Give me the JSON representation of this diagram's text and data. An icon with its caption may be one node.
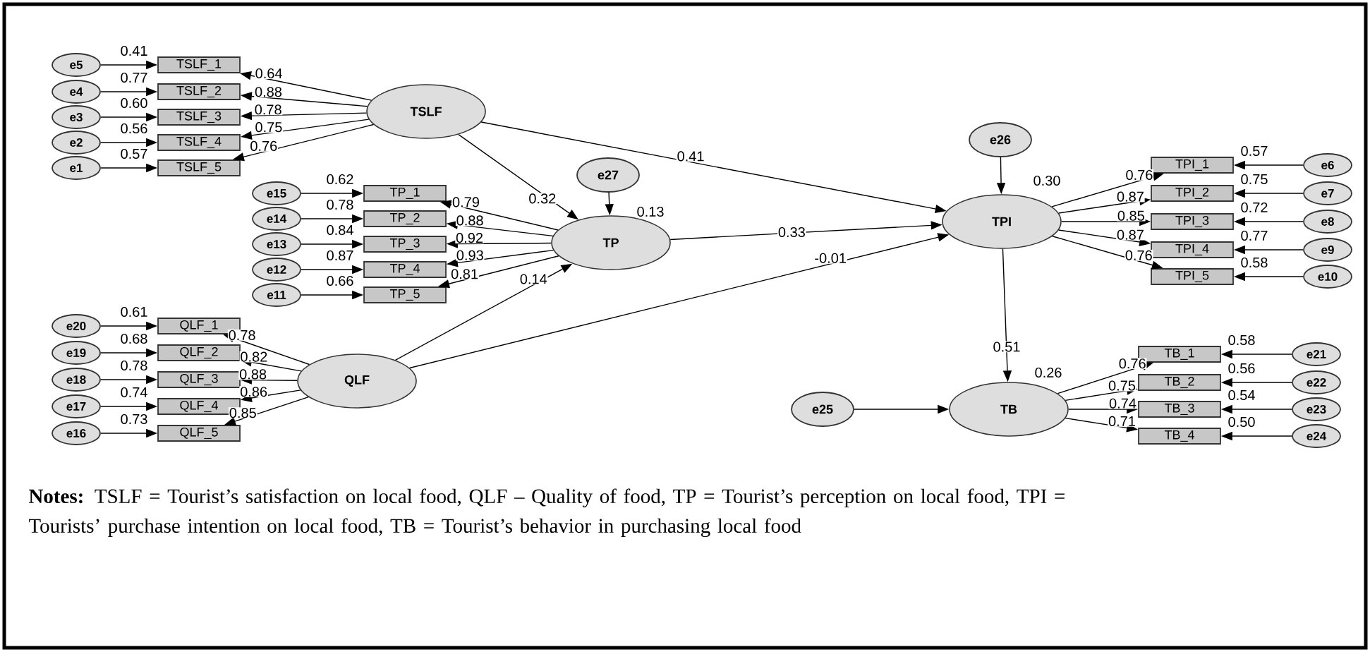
{
  "diagram": {
    "caption": "**Notes:** TSLF = Tourist’s satisfaction on local food, QLF – Quality of food, TP = Tourist’s perception on local food, TPI = Tourists’ purchase intention on local food, TB = Tourist’s behavior in purchasing local food",
    "nodes": [
      {
        "text": [
          "TSLF"
        ]
      },
      {
        "text": [
          "TP"
        ],
        "beside": [
          "0.13"
        ]
      },
      {
        "text": [
          "QLF"
        ]
      },
      {
        "text": [
          "TPI"
        ],
        "beside": [
          "0.30"
        ]
      },
      {
        "text": [
          "TB"
        ],
        "beside": [
          "0.26"
        ]
      },
      {
        "text": [
          "TSLF_1"
        ],
        "beside": [
          "0.41"
        ]
      },
      {
        "text": [
          "TSLF_2"
        ],
        "beside": [
          "0.77"
        ]
      },
      {
        "text": [
          "TSLF_3"
        ],
        "beside": [
          "0.60"
        ]
      },
      {
        "text": [
          "TSLF_4"
        ],
        "beside": [
          "0.56"
        ]
      },
      {
        "text": [
          "TSLF_5"
        ],
        "beside": [
          "0.57"
        ]
      },
      {
        "text": [
          "TP_1"
        ],
        "beside": [
          "0.62"
        ]
      },
      {
        "text": [
          "TP_2"
        ],
        "beside": [
          "0.78"
        ]
      },
      {
        "text": [
          "TP_3"
        ],
        "beside": [
          "0.84"
        ]
      },
      {
        "text": [
          "TP_4"
        ],
        "beside": [
          "0.87"
        ]
      },
      {
        "text": [
          "TP_5"
        ],
        "beside": [
          "0.66"
        ]
      },
      {
        "text": [
          "QLF_1"
        ],
        "beside": [
          "0.61"
        ]
      },
      {
        "text": [
          "QLF_2"
        ],
        "beside": [
          "0.68"
        ]
      },
      {
        "text": [
          "QLF_3"
        ],
        "beside": [
          "0.78"
        ]
      },
      {
        "text": [
          "QLF_4"
        ],
        "beside": [
          "0.74"
        ]
      },
      {
        "text": [
          "QLF_5"
        ],
        "beside": [
          "0.73"
        ]
      },
      {
        "text": [
          "TPI_1"
        ],
        "beside": [
          "0.57"
        ]
      },
      {
        "text": [
          "TPI_2"
        ],
        "beside": [
          "0.75"
        ]
      },
      {
        "text": [
          "TPI_3"
        ],
        "beside": [
          "0.72"
        ]
      },
      {
        "text": [
          "TPI_4"
        ],
        "beside": [
          "0.77"
        ]
      },
      {
        "text": [
          "TPI_5"
        ],
        "beside": [
          "0.58"
        ]
      },
      {
        "text": [
          "TB_1"
        ],
        "beside": [
          "0.58"
        ]
      },
      {
        "text": [
          "TB_2"
        ],
        "beside": [
          "0.56"
        ]
      },
      {
        "text": [
          "TB_3"
        ],
        "beside": [
          "0.54"
        ]
      },
      {
        "text": [
          "TB_4"
        ],
        "beside": [
          "0.50"
        ]
      },
      {
        "text": [
          "e5"
        ]
      },
      {
        "text": [
          "e4"
        ]
      },
      {
        "text": [
          "e3"
        ]
      },
      {
        "text": [
          "e2"
        ]
      },
      {
        "text": [
          "e1"
        ]
      },
      {
        "text": [
          "e15"
        ]
      },
      {
        "text": [
          "e14"
        ]
      },
      {
        "text": [
          "e13"
        ]
      },
      {
        "text": [
          "e12"
        ]
      },
      {
        "text": [
          "e11"
        ]
      },
      {
        "text": [
          "e20"
        ]
      },
      {
        "text": [
          "e19"
        ]
      },
      {
        "text": [
          "e18"
        ]
      },
      {
        "text": [
          "e17"
        ]
      },
      {
        "text": [
          "e16"
        ]
      },
      {
        "text": [
          "e6"
        ]
      },
      {
        "text": [
          "e7"
        ]
      },
      {
        "text": [
          "e8"
        ]
      },
      {
        "text": [
          "e9"
        ]
      },
      {
        "text": [
          "e10"
        ]
      },
      {
        "text": [
          "e21"
        ]
      },
      {
        "text": [
          "e22"
        ]
      },
      {
        "text": [
          "e23"
        ]
      },
      {
        "text": [
          "e24"
        ]
      },
      {
        "text": [
          "e26"
        ]
      },
      {
        "text": [
          "e27"
        ]
      },
      {
        "text": [
          "e25"
        ]
      }
    ],
    "edges": [
      {
        "from": 0,
        "to": 5,
        "arrow": "to",
        "label": "0.64"
      },
      {
        "from": 0,
        "to": 6,
        "arrow": "to",
        "label": "0.88"
      },
      {
        "from": 0,
        "to": 7,
        "arrow": "to",
        "label": "0.78"
      },
      {
        "from": 0,
        "to": 8,
        "arrow": "to",
        "label": "0.75"
      },
      {
        "from": 0,
        "to": 9,
        "arrow": "to",
        "label": "0.76"
      },
      {
        "from": 1,
        "to": 10,
        "arrow": "to",
        "label": "0.79"
      },
      {
        "from": 1,
        "to": 11,
        "arrow": "to",
        "label": "0.88"
      },
      {
        "from": 1,
        "to": 12,
        "arrow": "to",
        "label": "0.92"
      },
      {
        "from": 1,
        "to": 13,
        "arrow": "to",
        "label": "0.93"
      },
      {
        "from": 1,
        "to": 14,
        "arrow": "to",
        "label": "0.81"
      },
      {
        "from": 2,
        "to": 15,
        "arrow": "to",
        "label": "0.78"
      },
      {
        "from": 2,
        "to": 16,
        "arrow": "to",
        "label": "0.82"
      },
      {
        "from": 2,
        "to": 17,
        "arrow": "to",
        "label": "0.88"
      },
      {
        "from": 2,
        "to": 18,
        "arrow": "to",
        "label": "0.86"
      },
      {
        "from": 2,
        "to": 19,
        "arrow": "to",
        "label": "0.85"
      },
      {
        "from": 3,
        "to": 20,
        "arrow": "to",
        "label": "0.76"
      },
      {
        "from": 3,
        "to": 21,
        "arrow": "to",
        "label": "0.87"
      },
      {
        "from": 3,
        "to": 22,
        "arrow": "to",
        "label": "0.85"
      },
      {
        "from": 3,
        "to": 23,
        "arrow": "to",
        "label": "0.87"
      },
      {
        "from": 3,
        "to": 24,
        "arrow": "to",
        "label": "0.76"
      },
      {
        "from": 4,
        "to": 25,
        "arrow": "to",
        "label": "0.76"
      },
      {
        "from": 4,
        "to": 26,
        "arrow": "to",
        "label": "0.75"
      },
      {
        "from": 4,
        "to": 27,
        "arrow": "to",
        "label": "0.74"
      },
      {
        "from": 4,
        "to": 28,
        "arrow": "to",
        "label": "0.71"
      },
      {
        "from": 29,
        "to": 5,
        "arrow": "to"
      },
      {
        "from": 30,
        "to": 6,
        "arrow": "to"
      },
      {
        "from": 31,
        "to": 7,
        "arrow": "to"
      },
      {
        "from": 32,
        "to": 8,
        "arrow": "to"
      },
      {
        "from": 33,
        "to": 9,
        "arrow": "to"
      },
      {
        "from": 34,
        "to": 10,
        "arrow": "to"
      },
      {
        "from": 35,
        "to": 11,
        "arrow": "to"
      },
      {
        "from": 36,
        "to": 12,
        "arrow": "to"
      },
      {
        "from": 37,
        "to": 13,
        "arrow": "to"
      },
      {
        "from": 38,
        "to": 14,
        "arrow": "to"
      },
      {
        "from": 39,
        "to": 15,
        "arrow": "to"
      },
      {
        "from": 40,
        "to": 16,
        "arrow": "to"
      },
      {
        "from": 41,
        "to": 17,
        "arrow": "to"
      },
      {
        "from": 42,
        "to": 18,
        "arrow": "to"
      },
      {
        "from": 43,
        "to": 19,
        "arrow": "to"
      },
      {
        "from": 44,
        "to": 20,
        "arrow": "to"
      },
      {
        "from": 45,
        "to": 21,
        "arrow": "to"
      },
      {
        "from": 46,
        "to": 22,
        "arrow": "to"
      },
      {
        "from": 47,
        "to": 23,
        "arrow": "to"
      },
      {
        "from": 48,
        "to": 24,
        "arrow": "to"
      },
      {
        "from": 49,
        "to": 25,
        "arrow": "to"
      },
      {
        "from": 50,
        "to": 26,
        "arrow": "to"
      },
      {
        "from": 51,
        "to": 27,
        "arrow": "to"
      },
      {
        "from": 52,
        "to": 28,
        "arrow": "to"
      },
      {
        "from": 53,
        "to": 3,
        "arrow": "to"
      },
      {
        "from": 54,
        "to": 1,
        "arrow": "to"
      },
      {
        "from": 55,
        "to": 4,
        "arrow": "to"
      },
      {
        "from": 0,
        "to": 1,
        "arrow": "to",
        "label": "0.32"
      },
      {
        "from": 0,
        "to": 3,
        "arrow": "to",
        "label": "0.41"
      },
      {
        "from": 1,
        "to": 3,
        "arrow": "to",
        "label": "0.33"
      },
      {
        "from": 2,
        "to": 1,
        "arrow": "to",
        "label": "0.14"
      },
      {
        "from": 2,
        "to": 3,
        "arrow": "to",
        "label": "-0.01"
      },
      {
        "from": 3,
        "to": 4,
        "arrow": "to",
        "label": "0.51"
      }
    ]
  }
}
